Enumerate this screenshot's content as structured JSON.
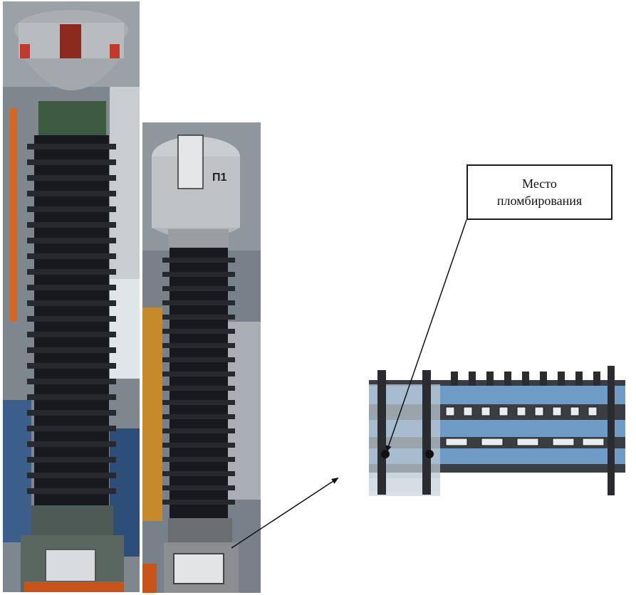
{
  "callout": {
    "line1": "Место",
    "line2": "пломбирования"
  },
  "nameplate_mid_label": "П1",
  "colors": {
    "insulator": "#17191c",
    "head_metal": "#b8bcbf",
    "frame_orange": "#d9661f",
    "terminal_blue": "#6f9cc6",
    "terminal_dark": "#2a2c30"
  }
}
